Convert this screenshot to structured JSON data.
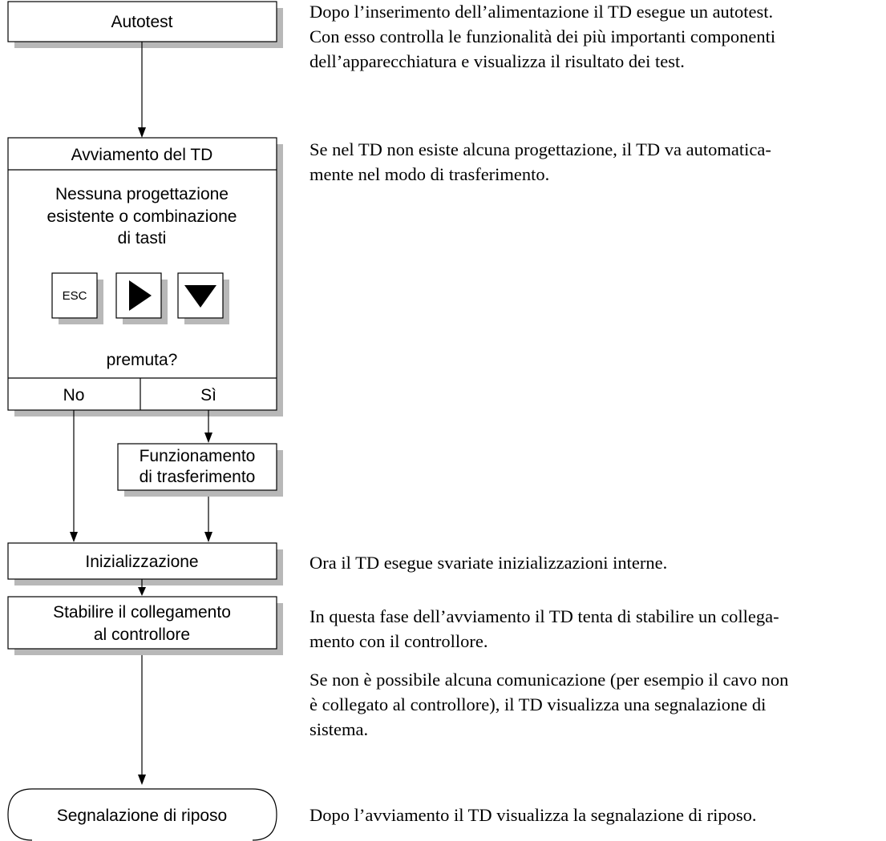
{
  "flowchart": {
    "autotest": "Autotest",
    "startup": {
      "title": "Avviamento del TD",
      "question_lines": [
        "Nessuna progettazione",
        "esistente o combinazione",
        "di tasti"
      ],
      "keys": [
        {
          "label": "ESC",
          "icon": "esc-key"
        },
        {
          "label": "",
          "icon": "right-triangle-key"
        },
        {
          "label": "",
          "icon": "down-triangle-key"
        }
      ],
      "question_end": "premuta?",
      "branch_no": "No",
      "branch_yes": "Sì"
    },
    "transfer_mode": [
      "Funzionamento",
      "di trasferimento"
    ],
    "initialization": "Inizializzazione",
    "connection": [
      "Stabilire il collegamento",
      "al controllore"
    ],
    "idle_message": "Segnalazione di riposo"
  },
  "descriptions": {
    "autotest": [
      "Dopo l’inserimento dell’alimentazione il TD esegue un autotest.",
      "Con esso controlla le funzionalità dei più importanti componenti",
      "dell’apparecchiatura e visualizza il risultato dei test."
    ],
    "startup": [
      "Se nel TD non esiste alcuna progettazione, il TD va automatica-",
      "mente nel modo di trasferimento."
    ],
    "initialization": [
      "Ora il TD esegue svariate inizializzazioni interne."
    ],
    "connection": [
      "In questa fase dell’avviamento il TD tenta di stabilire un collega-",
      "mento con il controllore."
    ],
    "no_communication": [
      "Se non è possibile alcuna comunicazione (per esempio il cavo non",
      "è collegato al controllore), il TD visualizza una segnalazione di",
      "sistema."
    ],
    "idle": [
      "Dopo l’avviamento il TD visualizza la segnalazione di riposo."
    ]
  }
}
